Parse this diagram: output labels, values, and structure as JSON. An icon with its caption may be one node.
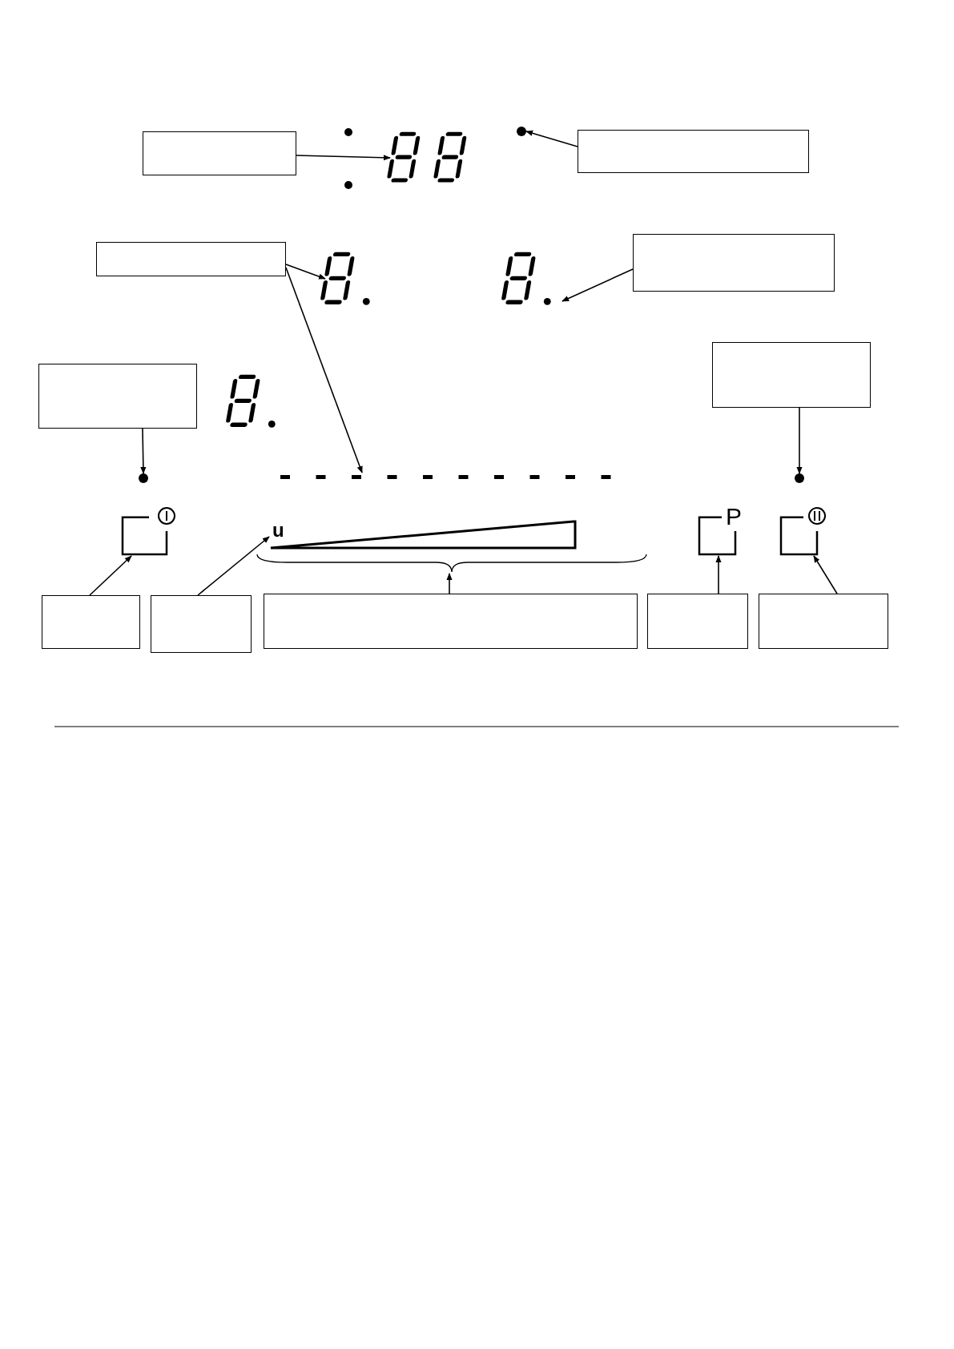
{
  "diagram": {
    "nodes": [
      {
        "text": [],
        "shape": "box"
      },
      {
        "text": [],
        "shape": "display"
      },
      {
        "text": [],
        "shape": "circle"
      },
      {
        "text": [],
        "shape": "box"
      },
      {
        "text": [],
        "shape": "box"
      },
      {
        "text": [],
        "shape": "display"
      },
      {
        "text": [],
        "shape": "display"
      },
      {
        "text": [],
        "shape": "box"
      },
      {
        "text": [],
        "shape": "box"
      },
      {
        "text": [],
        "shape": "circle"
      },
      {
        "text": [],
        "shape": "box"
      },
      {
        "text": [],
        "shape": "bar"
      },
      {
        "text": [],
        "shape": "circle"
      },
      {
        "text": [],
        "shape": "button"
      },
      {
        "text": [
          "u"
        ]
      },
      {
        "text": [],
        "shape": "brace"
      },
      {
        "text": [
          "P"
        ]
      },
      {
        "text": [],
        "shape": "button"
      },
      {
        "text": [],
        "shape": "box"
      },
      {
        "text": [],
        "shape": "box"
      },
      {
        "text": [],
        "shape": "box"
      },
      {
        "text": [],
        "shape": "box"
      },
      {
        "text": [],
        "shape": "box"
      }
    ],
    "edges": [
      {
        "from": 0,
        "to": 1,
        "arrow": "to"
      },
      {
        "from": 3,
        "to": 2,
        "arrow": "to"
      },
      {
        "from": 4,
        "to": 5,
        "arrow": "to"
      },
      {
        "from": 4,
        "to": 11,
        "arrow": "to"
      },
      {
        "from": 7,
        "to": 6,
        "arrow": "to"
      },
      {
        "from": 8,
        "to": 9,
        "arrow": "to"
      },
      {
        "from": 10,
        "to": 12,
        "arrow": "to"
      },
      {
        "from": 18,
        "to": 13,
        "arrow": "to"
      },
      {
        "from": 19,
        "to": 14,
        "arrow": "to"
      },
      {
        "from": 20,
        "to": 15,
        "arrow": "to"
      },
      {
        "from": 21,
        "to": 16,
        "arrow": "to"
      },
      {
        "from": 22,
        "to": 17,
        "arrow": "to"
      }
    ]
  }
}
